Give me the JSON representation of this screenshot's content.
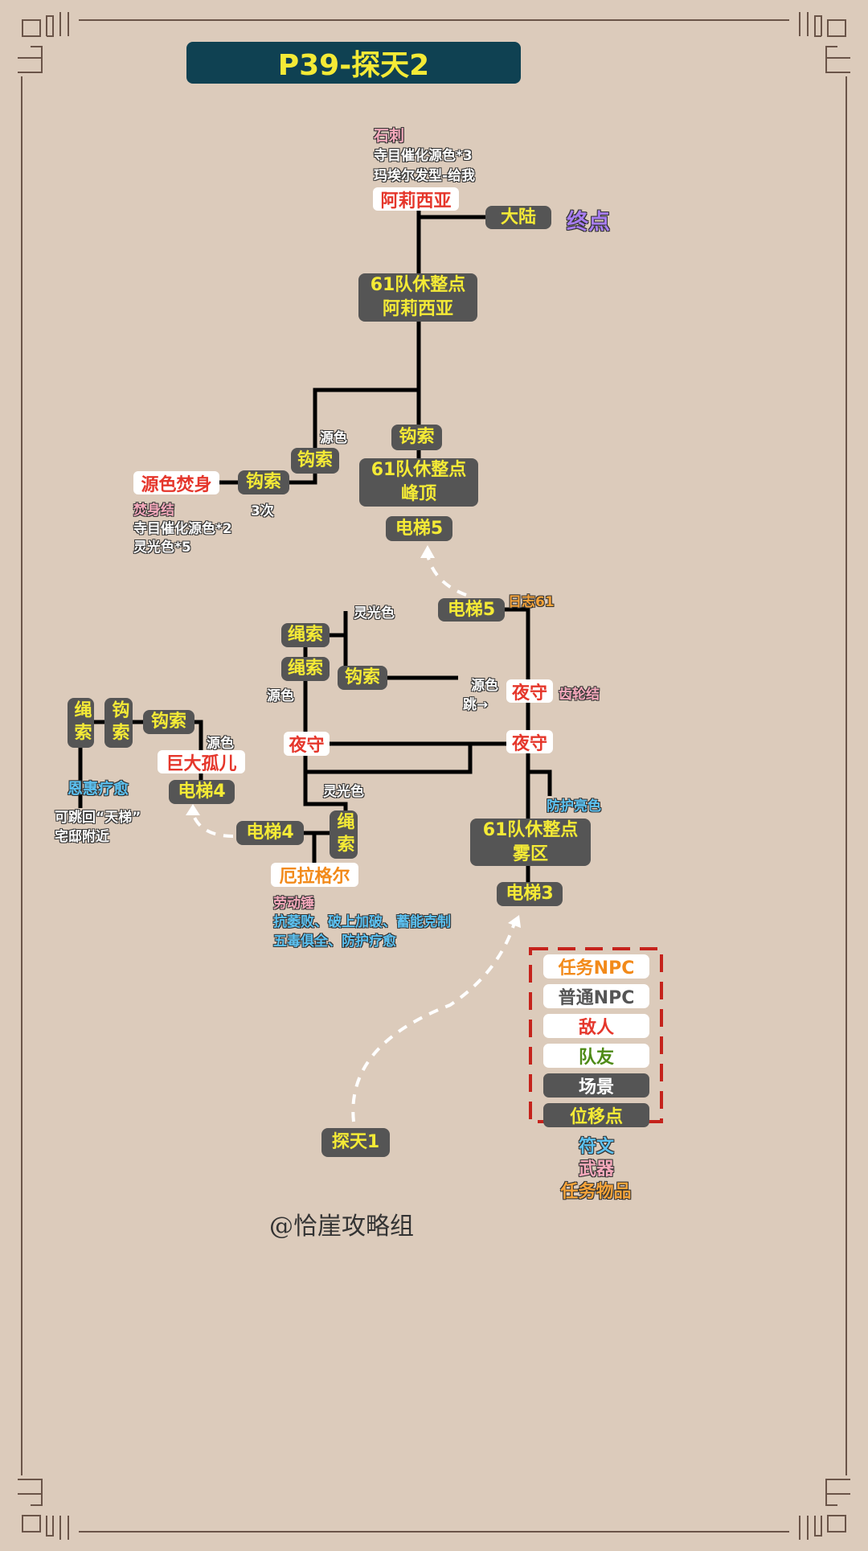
{
  "title": "P39-探天2",
  "top": {
    "weapon": "石刺",
    "notes": [
      "寺目催化源色*3",
      "玛埃尔发型-给我"
    ],
    "enemy": "阿莉西亚",
    "mainland": "大陆",
    "end": "终点",
    "rest1": "61队休整点\n阿莉西亚"
  },
  "mid": {
    "hook_a": "钩索",
    "hook_b": "钩索",
    "hook_c": "钩索",
    "label_src": "源色",
    "enemy": "源色焚身",
    "times": "3次",
    "weapon": "焚身结",
    "notes": [
      "寺目催化源色*2",
      "灵光色*5"
    ],
    "rest2": "61队休整点\n峰顶",
    "elev5_top": "电梯5"
  },
  "lower": {
    "elev5": "电梯5",
    "log": "日志61",
    "aura1": "灵光色",
    "rope1": "绳索",
    "rope2": "绳索",
    "hook": "钩索",
    "src1": "源色",
    "jump": "跳→",
    "src2": "源色",
    "night1": "夜守",
    "gear": "齿轮结",
    "night2": "夜守",
    "night3": "夜守",
    "aura2": "灵光色",
    "rope3": "绳索",
    "elev4": "电梯4",
    "npc": "厄拉格尔",
    "weapon": "劳动锤",
    "runes": [
      "抗萎败、破上加破、蓄能克制",
      "五毒俱全、防护疗愈"
    ],
    "protect": "防护亮色",
    "rest3": "61队休整点\n雾区",
    "elev3": "电梯3",
    "start": "探天1"
  },
  "left": {
    "rope": "绳索",
    "hook_v": "钩索",
    "hook": "钩索",
    "src": "源色",
    "enemy": "巨大孤儿",
    "elev4": "电梯4",
    "rune": "恩惠疗愈",
    "notes": [
      "可跳回“天梯”",
      "宅邸附近"
    ]
  },
  "legend": {
    "items": [
      "任务NPC",
      "普通NPC",
      "敌人",
      "队友",
      "场景",
      "位移点",
      "符文",
      "武器",
      "任务物品"
    ]
  },
  "footer": "@恰崖攻略组",
  "colors": {
    "bg": "#dccbbb",
    "title_bg": "#0f4152",
    "scene": "#555555",
    "yellow": "#f4ea36",
    "enemy": "#e5362b",
    "task": "#f28a1a",
    "rune": "#5cc2f2",
    "weapon": "#f6a9bc",
    "ally": "#4e8a16",
    "end": "#a77df0"
  }
}
